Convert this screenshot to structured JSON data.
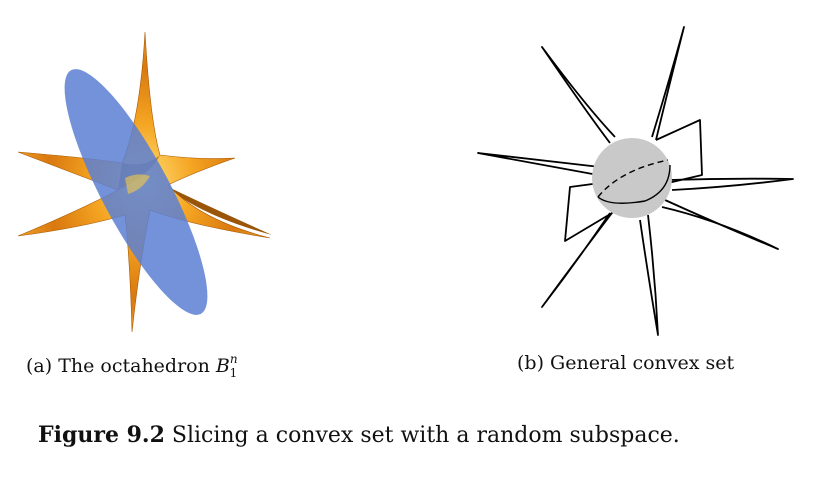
{
  "subfigures": [
    {
      "label": "(a)",
      "caption_text": "The octahedron",
      "math_symbol": "B",
      "math_subscript": "1",
      "math_superscript": "n"
    },
    {
      "label": "(b)",
      "caption_text": "General convex set"
    }
  ],
  "figure_caption": {
    "label": "Figure 9.2",
    "text": "Slicing a convex set with a random subspace."
  },
  "colors": {
    "star_orange": "#f5a623",
    "star_dark": "#b55a00",
    "plane_blue": "#5a7fd3",
    "ball_gray": "#c9c9c9",
    "ink": "#000000"
  }
}
